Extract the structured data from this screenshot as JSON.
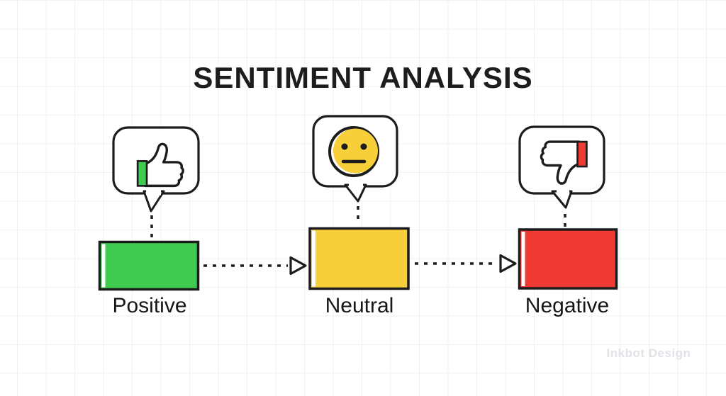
{
  "diagram": {
    "title": "SENTIMENT ANALYSIS",
    "watermark": "Inkbot Design",
    "sentiments": [
      {
        "id": "positive",
        "label": "Positive",
        "icon": "thumbs-up",
        "color": "#3ECB50"
      },
      {
        "id": "neutral",
        "label": "Neutral",
        "icon": "neutral-face",
        "color": "#F7CF38"
      },
      {
        "id": "negative",
        "label": "Negative",
        "icon": "thumbs-down",
        "color": "#EF3B33"
      }
    ],
    "flow_order": [
      "Positive",
      "Neutral",
      "Negative"
    ],
    "colors": {
      "positive_green": "#3ECB50",
      "neutral_yellow": "#F7CF38",
      "negative_red": "#EF3B33",
      "outline": "#1C1C1C",
      "background": "#FFFFFF",
      "grid_line": "#F1F1F5",
      "watermark_gray": "#E2E2E7"
    }
  }
}
